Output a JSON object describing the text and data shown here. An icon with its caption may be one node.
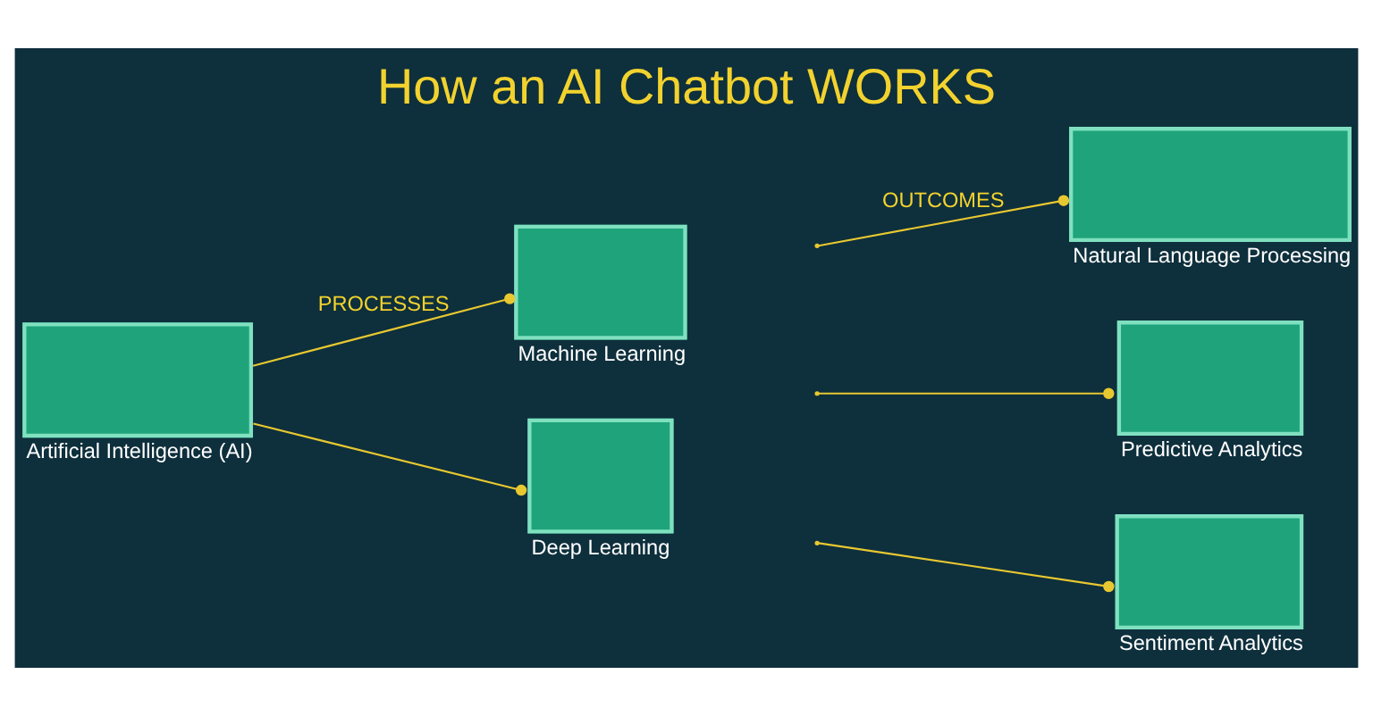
{
  "diagram": {
    "title": "How an AI Chatbot WORKS",
    "nodes": [
      {
        "text": [
          "Artificial Intelligence (AI)"
        ]
      },
      {
        "text": [
          "Machine Learning"
        ]
      },
      {
        "text": [
          "Deep Learning"
        ]
      },
      {
        "text": [
          "Natural Language Processing"
        ]
      },
      {
        "text": [
          "Predictive Analytics"
        ]
      },
      {
        "text": [
          "Sentiment Analytics"
        ]
      }
    ],
    "edges": [
      {
        "from": 0,
        "to": 1,
        "arrow": "other",
        "label": "PROCESSES"
      },
      {
        "from": 0,
        "to": 2,
        "arrow": "other"
      },
      {
        "from": null,
        "to": 3,
        "arrow": "other",
        "label": "OUTCOMES"
      },
      {
        "from": null,
        "to": 4,
        "arrow": "other"
      },
      {
        "from": null,
        "to": 5,
        "arrow": "other"
      }
    ]
  }
}
